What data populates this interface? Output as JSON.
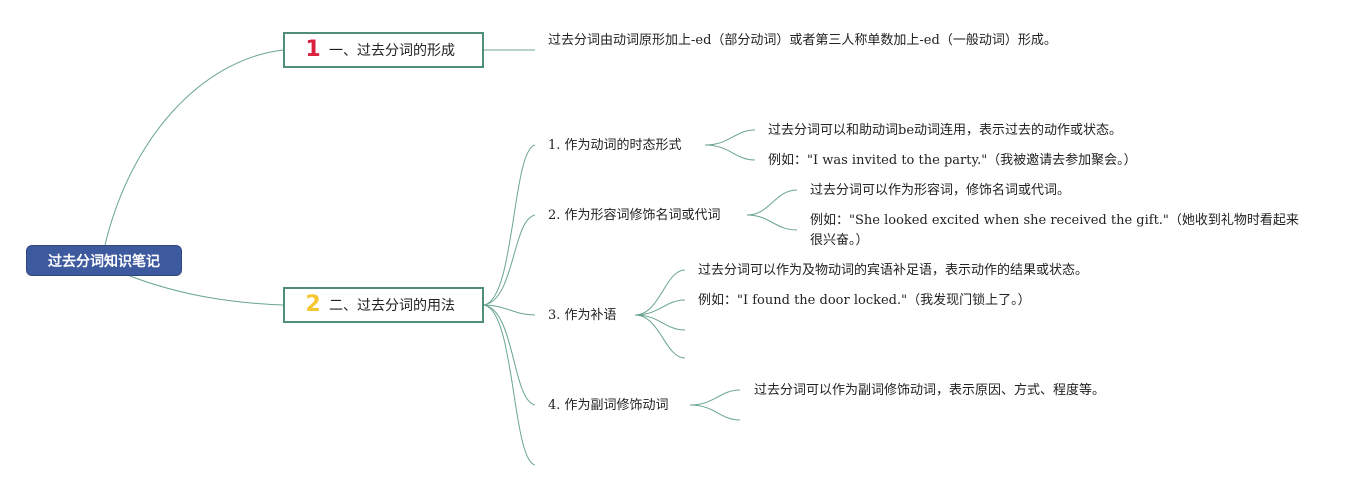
{
  "root": {
    "label": "过去分词知识笔记"
  },
  "topic1": {
    "number": "1",
    "label": "一、过去分词的形成",
    "detail": "过去分词由动词原形加上-ed（部分动词）或者第三人称单数加上-ed（一般动词）形成。"
  },
  "topic2": {
    "number": "2",
    "label": "二、过去分词的用法",
    "usages": [
      {
        "label": "1. 作为动词的时态形式",
        "notes": [
          "过去分词可以和助动词be动词连用，表示过去的动作或状态。",
          "例如：\"I was invited to the party.\"（我被邀请去参加聚会。）"
        ]
      },
      {
        "label": "2. 作为形容词修饰名词或代词",
        "notes": [
          "过去分词可以作为形容词，修饰名词或代词。",
          "例如：\"She looked excited when she received the gift.\"（她收到礼物时看起来很兴奋。）"
        ]
      },
      {
        "label": "3. 作为补语",
        "notes": [
          "过去分词可以作为及物动词的宾语补足语，表示动作的结果或状态。",
          "例如：\"I found the door locked.\"（我发现门锁上了。）"
        ]
      },
      {
        "label": "4. 作为副词修饰动词",
        "notes": [
          "过去分词可以作为副词修饰动词，表示原因、方式、程度等。"
        ]
      }
    ]
  },
  "colors": {
    "root_bg": "#3e5a9e",
    "topic_border": "#4f8f7a",
    "connector": "#6aa58f",
    "number1": "#d9223d",
    "number2": "#f3c632"
  }
}
